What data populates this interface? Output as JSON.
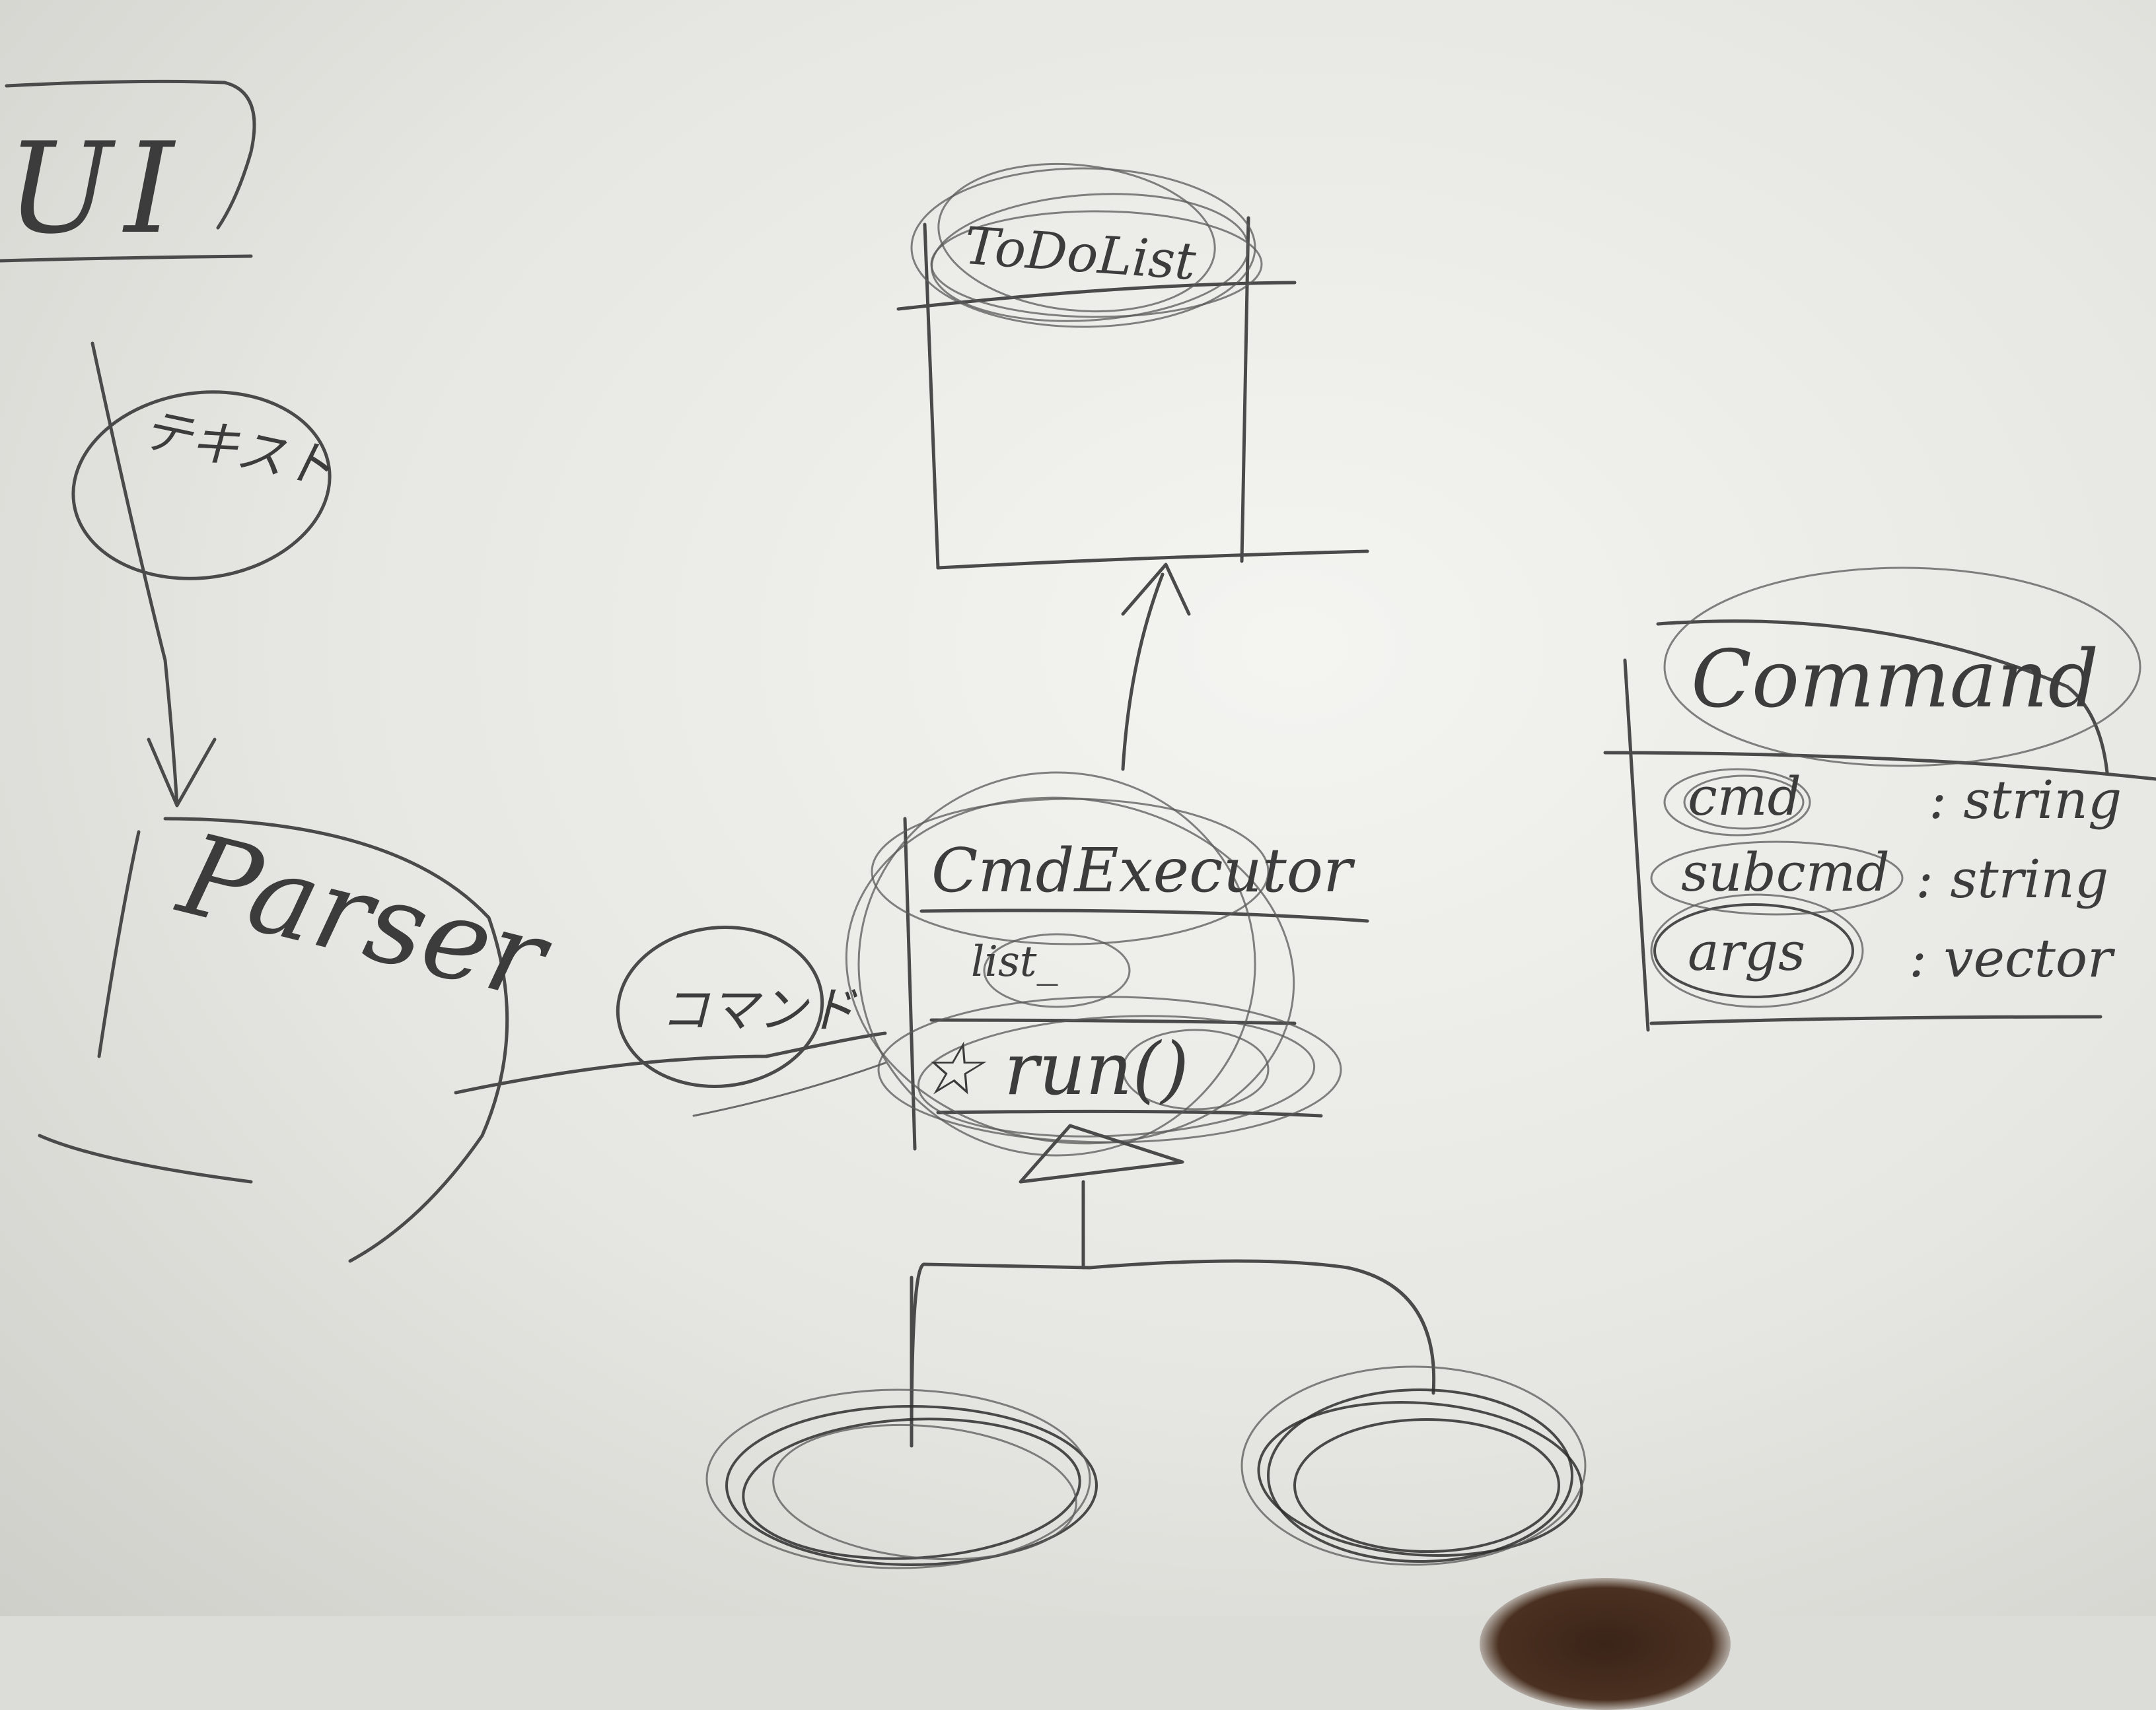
{
  "diagram": {
    "ui": {
      "label": "UI"
    },
    "edge_ui_parser": {
      "label": "テキスト"
    },
    "parser": {
      "label": "Parser"
    },
    "edge_parser_executor": {
      "label": "コマンド"
    },
    "todolist": {
      "title": "ToDoList"
    },
    "cmd_executor": {
      "title": "CmdExecutor",
      "attribute": "list_",
      "method_marker": "☆",
      "method": "run()"
    },
    "command": {
      "title": "Command",
      "fields": [
        {
          "name": "cmd",
          "type": ": string"
        },
        {
          "name": "subcmd",
          "type": ": string"
        },
        {
          "name": "args",
          "type": ": vector"
        }
      ]
    }
  }
}
